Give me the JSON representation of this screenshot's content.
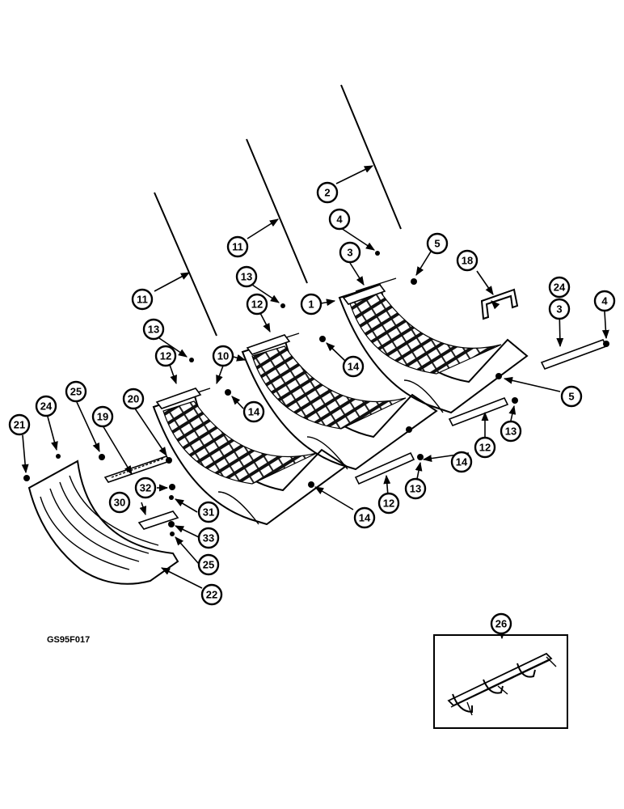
{
  "figure_code": "GS95F017",
  "callouts": {
    "c1": "1",
    "c2": "2",
    "c3a": "3",
    "c3b": "3",
    "c4a": "4",
    "c4b": "4",
    "c5a": "5",
    "c5b": "5",
    "c10": "10",
    "c11a": "11",
    "c11b": "11",
    "c12a": "12",
    "c12b": "12",
    "c12c": "12",
    "c12d": "12",
    "c13a": "13",
    "c13b": "13",
    "c13c": "13",
    "c13d": "13",
    "c14a": "14",
    "c14b": "14",
    "c14c": "14",
    "c14d": "14",
    "c18": "18",
    "c19": "19",
    "c20": "20",
    "c21": "21",
    "c22": "22",
    "c24a": "24",
    "c24b": "24",
    "c25a": "25",
    "c25b": "25",
    "c26": "26",
    "c30": "30",
    "c31": "31",
    "c32": "32",
    "c33": "33"
  }
}
